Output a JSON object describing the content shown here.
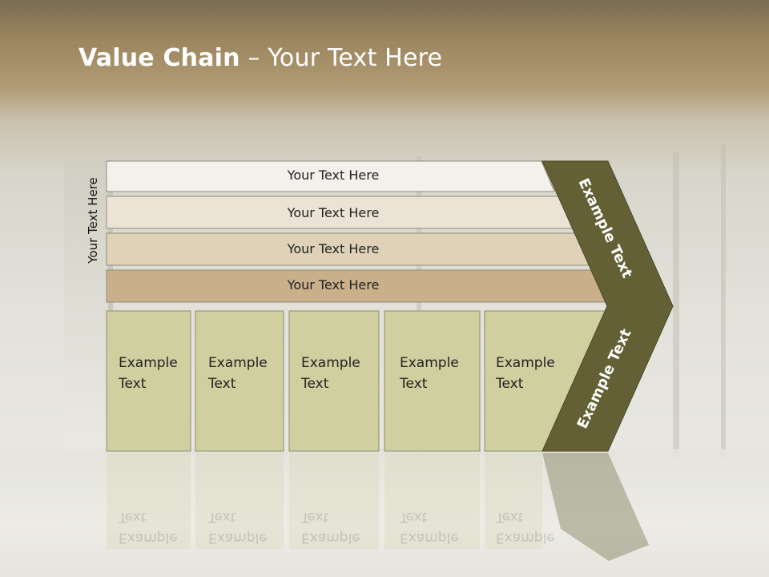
{
  "slide": {
    "title_bold": "Value Chain",
    "title_rest": " – Your Text Here",
    "side_label": "Your Text Here"
  },
  "bars": [
    {
      "label": "Your Text Here",
      "color": "#f3f1ec"
    },
    {
      "label": "Your Text Here",
      "color": "#ebe4d6"
    },
    {
      "label": "Your Text Here",
      "color": "#dfd2b9"
    },
    {
      "label": "Your Text Here",
      "color": "#c9b08a"
    }
  ],
  "boxes": [
    {
      "label": "Example\nText"
    },
    {
      "label": "Example\nText"
    },
    {
      "label": "Example\nText"
    },
    {
      "label": "Example\nText"
    },
    {
      "label": "Example\nText"
    }
  ],
  "arrow": {
    "upper_label": "Example Text",
    "lower_label": "Example Text",
    "color": "#626034"
  },
  "box_color": "#cfcf9f"
}
